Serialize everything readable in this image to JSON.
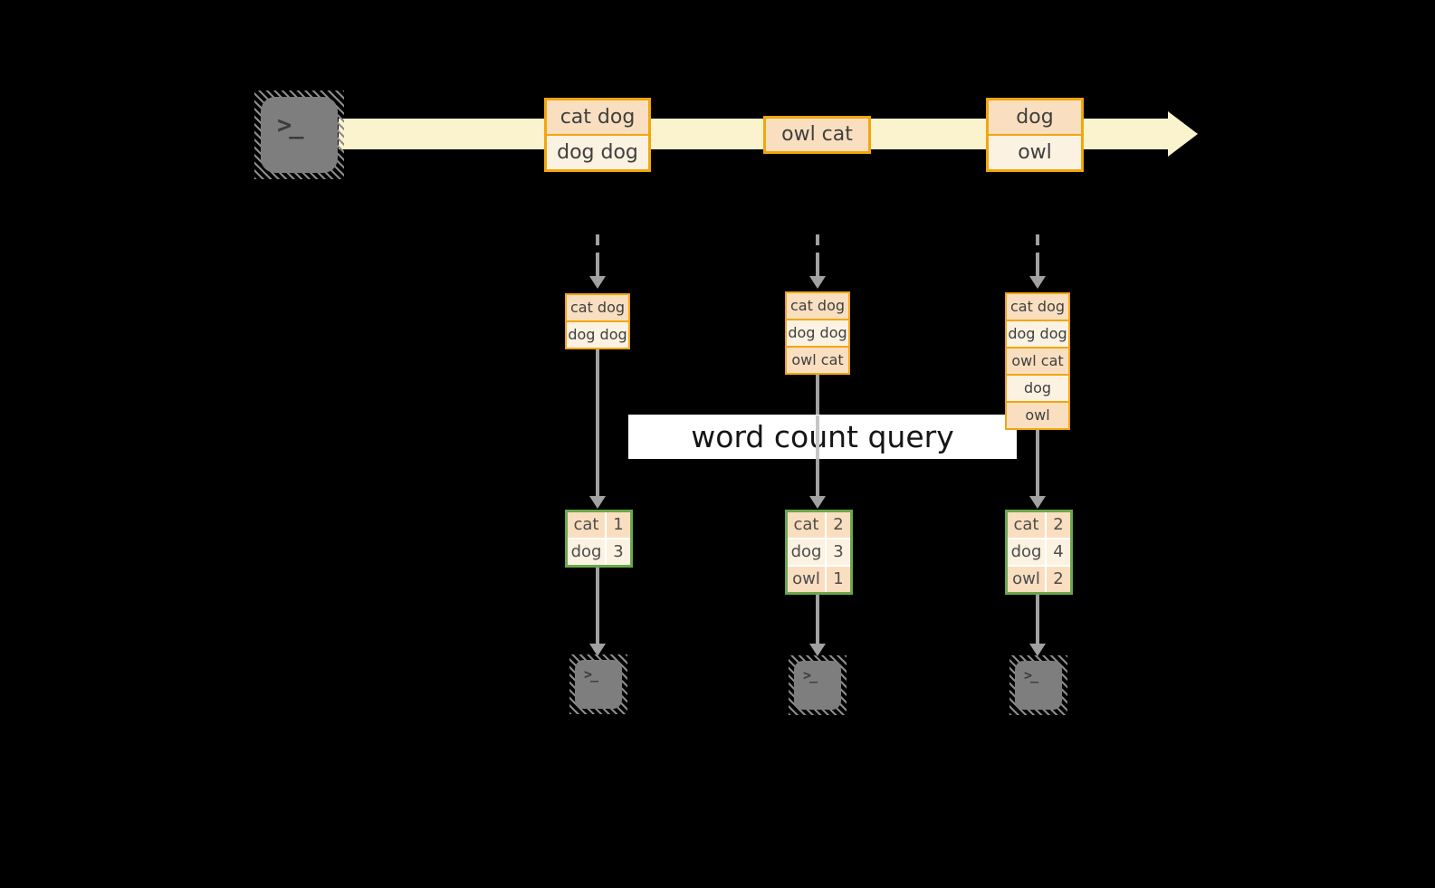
{
  "title": "streaming word count diagram",
  "terminal_glyph": ">_",
  "query_label": "word count query",
  "stream": {
    "events": [
      {
        "lines": [
          "cat dog",
          "dog dog"
        ]
      },
      {
        "lines": [
          "owl cat"
        ]
      },
      {
        "lines": [
          "dog",
          "owl"
        ]
      }
    ]
  },
  "columns": [
    {
      "buffer": [
        "cat dog",
        "dog dog"
      ],
      "counts": [
        {
          "word": "cat",
          "count": "1"
        },
        {
          "word": "dog",
          "count": "3"
        }
      ]
    },
    {
      "buffer": [
        "cat dog",
        "dog dog",
        "owl cat"
      ],
      "counts": [
        {
          "word": "cat",
          "count": "2"
        },
        {
          "word": "dog",
          "count": "3"
        },
        {
          "word": "owl",
          "count": "1"
        }
      ]
    },
    {
      "buffer": [
        "cat dog",
        "dog dog",
        "owl cat",
        "dog",
        "owl"
      ],
      "counts": [
        {
          "word": "cat",
          "count": "2"
        },
        {
          "word": "dog",
          "count": "4"
        },
        {
          "word": "owl",
          "count": "2"
        }
      ]
    }
  ],
  "colors": {
    "background": "#000000",
    "stream_band": "#FBF2CE",
    "orange_border": "#F2A60D",
    "orange_fill_dark": "#F9DFC0",
    "orange_fill_light": "#FCF2E2",
    "green_border": "#6BA74C",
    "green_fill_dark": "#DFE9D2",
    "green_fill_light": "#F0F5EB",
    "arrow_gray": "#A1A1A1",
    "terminal_gray": "#7E7E7E",
    "query_band_bg": "#FFFFFF"
  }
}
